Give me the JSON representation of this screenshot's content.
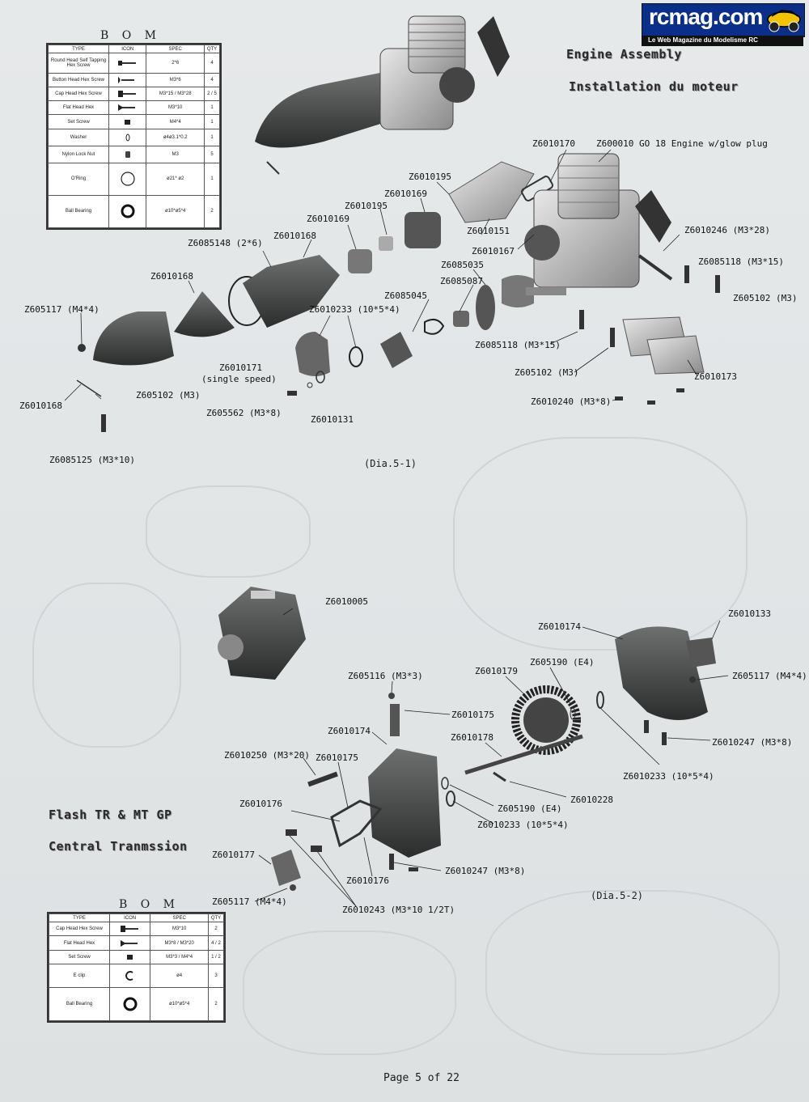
{
  "logo": {
    "name": "rcmag.com",
    "tagline": "Le Web Magazine du Modelisme RC"
  },
  "section1": {
    "title_en": "Engine Assembly",
    "title_fr": "Installation du moteur",
    "diagram_caption": "(Dia.5-1)",
    "engine_label": "Z600010 GO  18 Engine w/glow plug",
    "parts": [
      {
        "code": "Z6010170"
      },
      {
        "code": "Z6010195"
      },
      {
        "code": "Z6010169"
      },
      {
        "code": "Z6010195"
      },
      {
        "code": "Z6010169"
      },
      {
        "code": "Z6010151"
      },
      {
        "code": "Z6010167"
      },
      {
        "code": "Z6085148 (2*6)"
      },
      {
        "code": "Z6010168"
      },
      {
        "code": "Z6085035"
      },
      {
        "code": "Z6010246 (M3*28)"
      },
      {
        "code": "Z6085118 (M3*15)"
      },
      {
        "code": "Z6010168"
      },
      {
        "code": "Z6085087"
      },
      {
        "code": "Z605102 (M3)"
      },
      {
        "code": "Z6085045"
      },
      {
        "code": "Z605117 (M4*4)"
      },
      {
        "code": "Z6010233 (10*5*4)"
      },
      {
        "code": "Z6085118 (M3*15)"
      },
      {
        "code": "Z6010171"
      },
      {
        "code": "(single speed)"
      },
      {
        "code": "Z605102 (M3)"
      },
      {
        "code": "Z6010173"
      },
      {
        "code": "Z6010168"
      },
      {
        "code": "Z605102 (M3)"
      },
      {
        "code": "Z6010240 (M3*8)"
      },
      {
        "code": "Z605562 (M3*8)"
      },
      {
        "code": "Z6010131"
      },
      {
        "code": "Z6085125 (M3*10)"
      }
    ],
    "bom": {
      "title": "B O M",
      "headers": [
        "TYPE",
        "ICON",
        "SPEC",
        "QTY"
      ],
      "rows": [
        {
          "type": "Round Head Self Tapping Hex Screw",
          "icon": "screw-icon",
          "spec": "2*6",
          "qty": "4"
        },
        {
          "type": "Button Head Hex Screw",
          "icon": "button-screw-icon",
          "spec": "M3*6",
          "qty": "4"
        },
        {
          "type": "Cap Head Hex Screw",
          "icon": "cap-screw-icon",
          "spec": "M3*15 / M3*28",
          "qty": "2 / 5"
        },
        {
          "type": "Flat Head Hex",
          "icon": "flat-screw-icon",
          "spec": "M3*10",
          "qty": "1"
        },
        {
          "type": "Set Screw",
          "icon": "set-screw-icon",
          "spec": "M4*4",
          "qty": "1"
        },
        {
          "type": "Washer",
          "icon": "washer-icon",
          "spec": "ø4ø3.1*0.2",
          "qty": "1"
        },
        {
          "type": "Nylon Lock Nut",
          "icon": "nut-icon",
          "spec": "M3",
          "qty": "5"
        },
        {
          "type": "O'Ring",
          "icon": "oring-icon",
          "spec": "ø21* ø2",
          "qty": "1"
        },
        {
          "type": "Ball Bearing",
          "icon": "bearing-icon",
          "spec": "ø10*ø5*4",
          "qty": "2"
        }
      ]
    }
  },
  "section2": {
    "title_line1": "Flash TR & MT  GP",
    "title_line2": "Central Tranmssion",
    "diagram_caption": "(Dia.5-2)",
    "parts": [
      {
        "code": "Z6010005"
      },
      {
        "code": "Z6010174"
      },
      {
        "code": "Z6010133"
      },
      {
        "code": "Z6010179"
      },
      {
        "code": "Z605190 (E4)"
      },
      {
        "code": "Z605116 (M3*3)"
      },
      {
        "code": "Z605117 (M4*4)"
      },
      {
        "code": "Z6010175"
      },
      {
        "code": "Z6010174"
      },
      {
        "code": "Z6010178"
      },
      {
        "code": "Z6010247 (M3*8)"
      },
      {
        "code": "Z6010250 (M3*20)"
      },
      {
        "code": "Z6010175"
      },
      {
        "code": "Z6010233 (10*5*4)"
      },
      {
        "code": "Z6010228"
      },
      {
        "code": "Z6010176"
      },
      {
        "code": "Z605190 (E4)"
      },
      {
        "code": "Z6010233 (10*5*4)"
      },
      {
        "code": "Z6010177"
      },
      {
        "code": "Z6010247 (M3*8)"
      },
      {
        "code": "Z6010176"
      },
      {
        "code": "Z605117 (M4*4)"
      },
      {
        "code": "Z6010243 (M3*10 1/2T)"
      }
    ],
    "bom": {
      "title": "B O M",
      "headers": [
        "TYPE",
        "ICON",
        "SPEC",
        "QTY"
      ],
      "rows": [
        {
          "type": "Cap Head Hex Screw",
          "icon": "cap-screw-icon",
          "spec": "M3*10",
          "qty": "2"
        },
        {
          "type": "Flat Head Hex",
          "icon": "flat-screw-icon",
          "spec": "M3*8 / M3*20",
          "qty": "4 / 2"
        },
        {
          "type": "Set Screw",
          "icon": "set-screw-icon",
          "spec": "M3*3 / M4*4",
          "qty": "1 / 2"
        },
        {
          "type": "E clip",
          "icon": "eclip-icon",
          "spec": "ø4",
          "qty": "3"
        },
        {
          "type": "Ball Bearing",
          "icon": "bearing-icon",
          "spec": "ø10*ø5*4",
          "qty": "2"
        }
      ]
    }
  },
  "footer": {
    "page": "Page 5 of 22"
  }
}
